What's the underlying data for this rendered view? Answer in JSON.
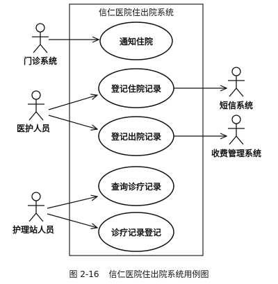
{
  "system": {
    "title": "信仁医院住出院系统"
  },
  "actors": [
    {
      "id": "clinic",
      "name": "门诊系统"
    },
    {
      "id": "medical",
      "name": "医护人员"
    },
    {
      "id": "nurse-station",
      "name": "护理站人员"
    },
    {
      "id": "sms",
      "name": "短信系统"
    },
    {
      "id": "billing",
      "name": "收费管理系统"
    }
  ],
  "use_cases": [
    {
      "id": "notify-admission",
      "name": "通知住院"
    },
    {
      "id": "register-admission",
      "name": "登记住院记录"
    },
    {
      "id": "register-discharge",
      "name": "登记出院记录"
    },
    {
      "id": "query-records",
      "name": "查询诊疗记录"
    },
    {
      "id": "register-treatment",
      "name": "诊疗记录登记"
    }
  ],
  "associations": [
    {
      "from": "clinic",
      "to": "notify-admission"
    },
    {
      "from": "medical",
      "to": "register-admission"
    },
    {
      "from": "medical",
      "to": "register-discharge"
    },
    {
      "from": "register-admission",
      "to": "sms"
    },
    {
      "from": "register-discharge",
      "to": "billing"
    },
    {
      "from": "nurse-station",
      "to": "query-records"
    },
    {
      "from": "nurse-station",
      "to": "register-treatment"
    }
  ],
  "caption": {
    "number": "图 2-16",
    "text": "信仁医院住出院系统用例图"
  }
}
